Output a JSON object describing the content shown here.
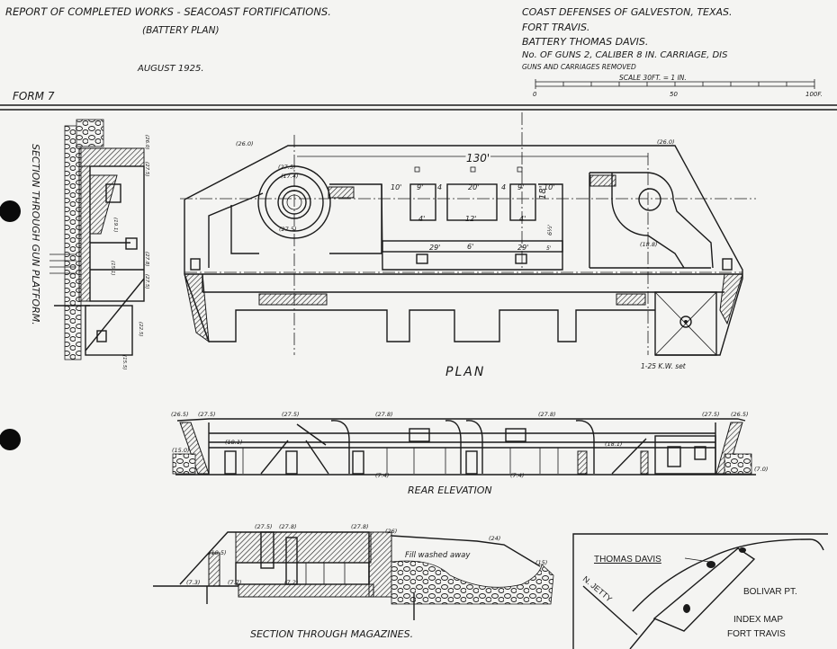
{
  "header": {
    "report_title": "REPORT OF COMPLETED WORKS - SEACOAST FORTIFICATIONS.",
    "subtitle": "(BATTERY PLAN)",
    "date": "AUGUST 1925.",
    "form": "FORM 7",
    "district": "COAST DEFENSES OF GALVESTON, TEXAS.",
    "fort": "FORT TRAVIS.",
    "battery": "BATTERY THOMAS DAVIS.",
    "guns": "No. OF GUNS 2, CALIBER 8 IN. CARRIAGE, DIS",
    "remarks": "GUNS AND CARRIAGES REMOVED",
    "scale_label": "SCALE 30FT. = 1 IN.",
    "scale_ticks": [
      "0",
      "50",
      "100F."
    ]
  },
  "plan": {
    "title": "PLAN",
    "generator_note": "1-25 K.W. set",
    "elevations": [
      "(26.0)",
      "(26.0)",
      "(27.5)",
      "(17.4)",
      "(27.5)",
      "(18.8)"
    ],
    "dimensions": {
      "overall": "130'",
      "d10a": "10'",
      "d9a": "9'",
      "d4a": "4",
      "d20": "20'",
      "d4b": "4",
      "d9b": "9'",
      "d10b": "10'",
      "d18": "18'",
      "d4c": "4'",
      "d12": "12'",
      "d4d": "4'",
      "d6half": "6½'",
      "d29a": "29'",
      "d6": "6'",
      "d29b": "29'",
      "d5": "5'"
    }
  },
  "gun_platform_section": {
    "title": "SECTION THROUGH GUN PLATFORM.",
    "elevations": [
      "(26.0)",
      "(27.5)",
      "(19.1)",
      "(27.8)",
      "(27.5)",
      "(15.1)",
      "(22.5)",
      "(15.5)"
    ]
  },
  "rear_elevation": {
    "title": "REAR ELEVATION",
    "elevations": [
      "(26.5)",
      "(27.5)",
      "(27.5)",
      "(27.8)",
      "(27.8)",
      "(27.5)",
      "(26.5)",
      "(15.0)",
      "(18.1)",
      "(18.1)",
      "(7.4)",
      "(7.4)",
      "(7.0)"
    ]
  },
  "magazine_section": {
    "title": "SECTION THROUGH MAGAZINES.",
    "note": "Fill washed away",
    "elevations": [
      "(27.5)",
      "(27.8)",
      "(27.8)",
      "(26)",
      "(24)",
      "(15)",
      "(18.5)",
      "(7.3)",
      "(7.7)",
      "(7.2)"
    ]
  },
  "index_map": {
    "battery_label": "THOMAS DAVIS",
    "jetty_label": "N. JETTY",
    "point_label": "BOLIVAR PT.",
    "title_line1": "INDEX MAP",
    "title_line2": "FORT TRAVIS"
  }
}
